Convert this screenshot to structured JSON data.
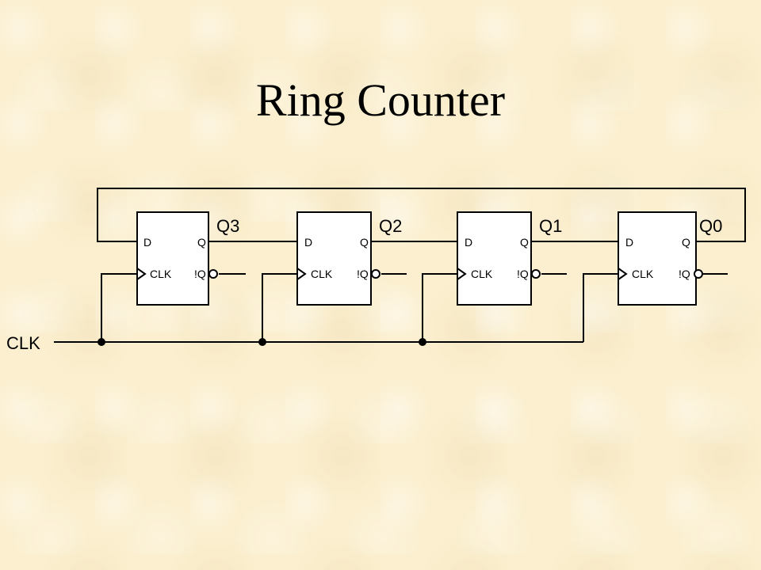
{
  "title": "Ring Counter",
  "clock_input_label": "CLK",
  "flip_flops": [
    {
      "output_label": "Q3",
      "pin_d": "D",
      "pin_q": "Q",
      "pin_clk": "CLK",
      "pin_nq": "!Q"
    },
    {
      "output_label": "Q2",
      "pin_d": "D",
      "pin_q": "Q",
      "pin_clk": "CLK",
      "pin_nq": "!Q"
    },
    {
      "output_label": "Q1",
      "pin_d": "D",
      "pin_q": "Q",
      "pin_clk": "CLK",
      "pin_nq": "!Q"
    },
    {
      "output_label": "Q0",
      "pin_d": "D",
      "pin_q": "Q",
      "pin_clk": "CLK",
      "pin_nq": "!Q"
    }
  ]
}
